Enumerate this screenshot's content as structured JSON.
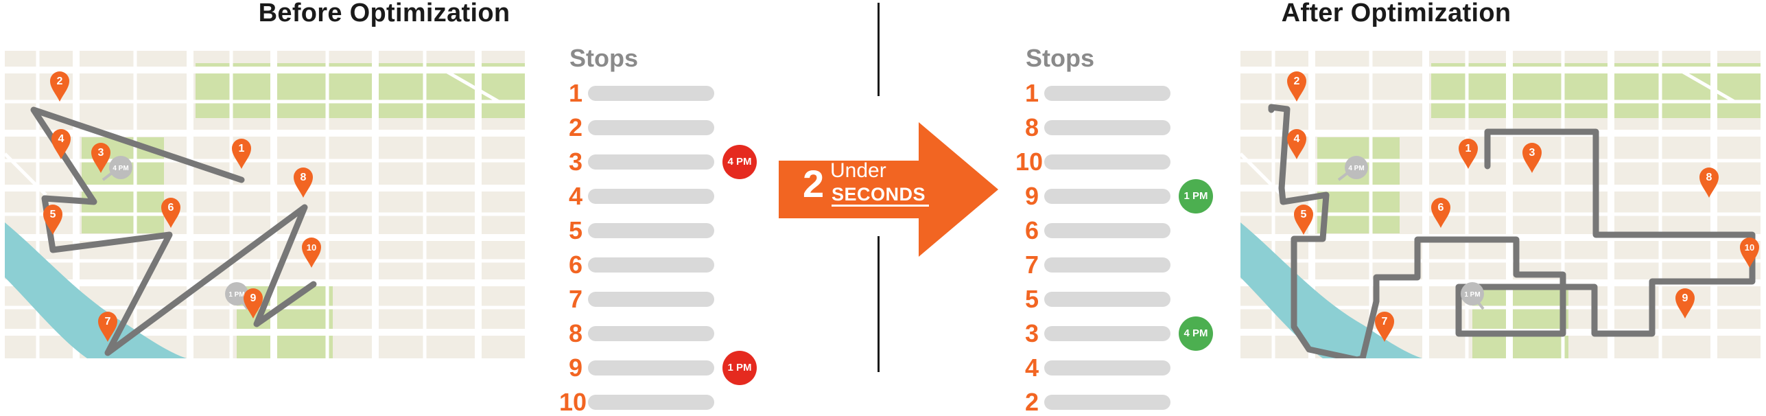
{
  "before": {
    "title": "Before Optimization",
    "stops_title": "Stops",
    "stops": [
      {
        "label": "1",
        "badge": null
      },
      {
        "label": "2",
        "badge": null
      },
      {
        "label": "3",
        "badge": "4 PM"
      },
      {
        "label": "4",
        "badge": null
      },
      {
        "label": "5",
        "badge": null
      },
      {
        "label": "6",
        "badge": null
      },
      {
        "label": "7",
        "badge": null
      },
      {
        "label": "8",
        "badge": null
      },
      {
        "label": "9",
        "badge": "1 PM"
      },
      {
        "label": "10",
        "badge": null
      }
    ],
    "map_pins": [
      "1",
      "2",
      "3",
      "4",
      "5",
      "6",
      "7",
      "8",
      "9",
      "10"
    ],
    "map_time_labels": [
      "4 PM",
      "1 PM"
    ]
  },
  "after": {
    "title": "After Optimization",
    "stops_title": "Stops",
    "stops": [
      {
        "label": "1",
        "badge": null
      },
      {
        "label": "8",
        "badge": null
      },
      {
        "label": "10",
        "badge": null
      },
      {
        "label": "9",
        "badge": "1 PM"
      },
      {
        "label": "6",
        "badge": null
      },
      {
        "label": "7",
        "badge": null
      },
      {
        "label": "5",
        "badge": null
      },
      {
        "label": "3",
        "badge": "4 PM"
      },
      {
        "label": "4",
        "badge": null
      },
      {
        "label": "2",
        "badge": null
      }
    ],
    "map_pins": [
      "1",
      "2",
      "3",
      "4",
      "5",
      "6",
      "7",
      "8",
      "9",
      "10"
    ],
    "map_time_labels": [
      "4 PM",
      "1 PM"
    ]
  },
  "arrow": {
    "number": "2",
    "under": "Under",
    "seconds": "SECONDS"
  },
  "colors": {
    "accent": "#f26522",
    "late_badge": "#e52a1f",
    "ontime_badge": "#4caf50",
    "route": "#777777",
    "map_ground": "#f1ede4",
    "map_park": "#cfe1a8",
    "map_water": "#8ccfd3",
    "text_dark": "#1a1a1a",
    "stops_gray": "#8a8a8a"
  }
}
